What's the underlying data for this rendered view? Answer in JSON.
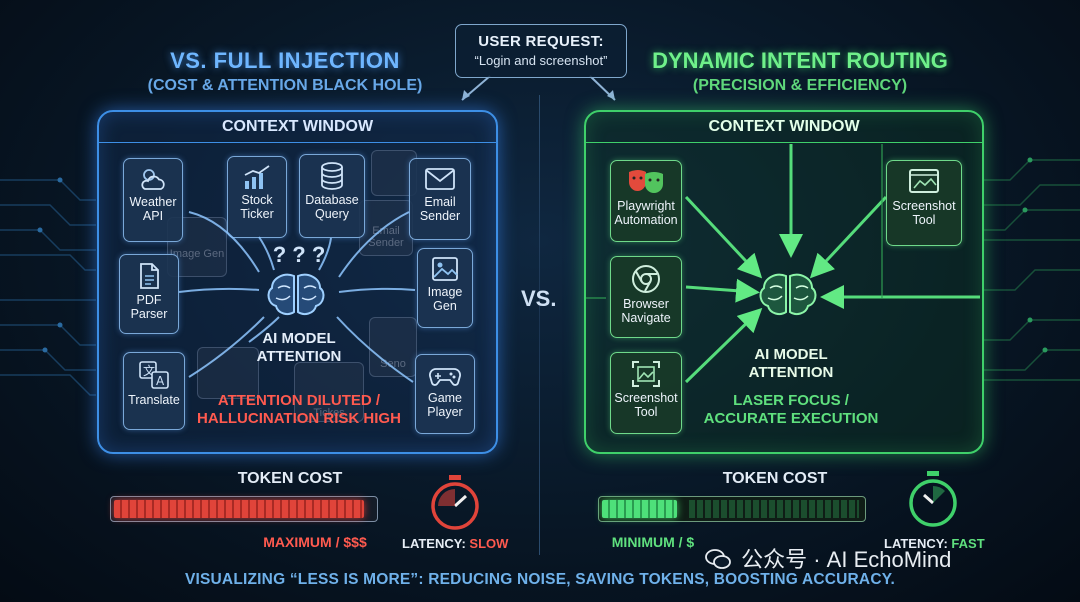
{
  "left": {
    "title": "VS. FULL INJECTION",
    "subtitle": "(COST & ATTENTION BLACK HOLE)",
    "context_title": "CONTEXT WINDOW",
    "tools": [
      "Weather API",
      "Stock Ticker",
      "Database Query",
      "Email Sender",
      "PDF Parser",
      "Image Gen",
      "Translate",
      "Game Player"
    ],
    "ghost_tools": [
      "Image Gen",
      "Email Sender",
      "Tickes",
      "Seno"
    ],
    "question_marks": "? ? ?",
    "model_label_1": "AI MODEL",
    "model_label_2": "ATTENTION",
    "warning_1": "ATTENTION DILUTED /",
    "warning_2": "HALLUCINATION RISK HIGH",
    "token_cost_label": "TOKEN COST",
    "cost_value": "MAXIMUM / $$$",
    "latency_label": "LATENCY:",
    "latency_value": "SLOW",
    "token_fill_fraction": 0.97
  },
  "request": {
    "title": "USER REQUEST:",
    "text": "“Login and screenshot”"
  },
  "vs_label": "VS.",
  "right": {
    "title": "DYNAMIC INTENT ROUTING",
    "subtitle": "(PRECISION & EFFICIENCY)",
    "context_title": "CONTEXT WINDOW",
    "tools": [
      "Playwright Automation",
      "Browser Navigate",
      "Screenshot Tool",
      "Screenshot Tool"
    ],
    "model_label_1": "AI MODEL",
    "model_label_2": "ATTENTION",
    "focus_1": "LASER FOCUS /",
    "focus_2": "ACCURATE EXECUTION",
    "token_cost_label": "TOKEN COST",
    "cost_value": "MINIMUM / $",
    "latency_label": "LATENCY:",
    "latency_value": "FAST",
    "token_fill_fraction": 0.29
  },
  "footer": "VISUALIZING “LESS IS MORE”: REDUCING NOISE, SAVING TOKENS, BOOSTING ACCURACY.",
  "watermark": "公众号 · AI EchoMind",
  "colors": {
    "blue": "#3d8fe6",
    "green": "#3fd06a",
    "red": "#e0443a"
  }
}
